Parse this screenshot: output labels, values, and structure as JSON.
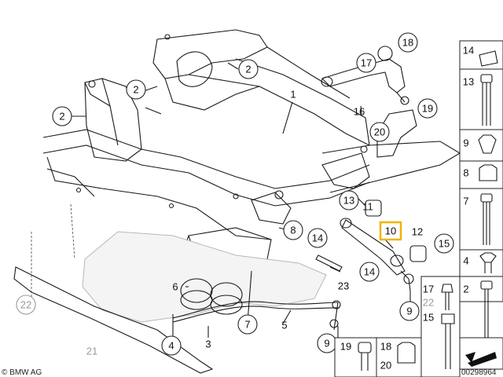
{
  "callouts_circled": [
    {
      "id": "c1",
      "label": "2"
    },
    {
      "id": "c2",
      "label": "2"
    },
    {
      "id": "c3",
      "label": "2"
    },
    {
      "id": "c4",
      "label": "18"
    },
    {
      "id": "c5",
      "label": "17"
    },
    {
      "id": "c6",
      "label": "19"
    },
    {
      "id": "c7",
      "label": "20"
    },
    {
      "id": "c8",
      "label": "13"
    },
    {
      "id": "c9",
      "label": "8"
    },
    {
      "id": "c10",
      "label": "14"
    },
    {
      "id": "c11",
      "label": "15"
    },
    {
      "id": "c12",
      "label": "14"
    },
    {
      "id": "c13",
      "label": "7"
    },
    {
      "id": "c14",
      "label": "4"
    },
    {
      "id": "c15",
      "label": "9"
    },
    {
      "id": "c16",
      "label": "9"
    },
    {
      "id": "c17",
      "label": "22",
      "muted": true
    }
  ],
  "callouts_plain": [
    {
      "id": "p1",
      "label": "1"
    },
    {
      "id": "p2",
      "label": "16"
    },
    {
      "id": "p3",
      "label": "11"
    },
    {
      "id": "p4",
      "label": "12"
    },
    {
      "id": "p5",
      "label": "6"
    },
    {
      "id": "p6",
      "label": "5"
    },
    {
      "id": "p7",
      "label": "3"
    },
    {
      "id": "p8",
      "label": "23"
    },
    {
      "id": "p9",
      "label": "21",
      "muted": true
    }
  ],
  "highlighted_callout": {
    "label": "10",
    "color": "#f0b400"
  },
  "side_panel": [
    {
      "label": "14"
    },
    {
      "label": "13"
    },
    {
      "label": "9"
    },
    {
      "label": "8"
    },
    {
      "label": "7"
    },
    {
      "label": "4"
    },
    {
      "label": "2"
    }
  ],
  "bottom_panel": {
    "col_a": [
      {
        "label": "17"
      },
      {
        "label": "22",
        "muted": true
      },
      {
        "label": "15"
      }
    ],
    "col_b": [
      {
        "label": "19"
      }
    ],
    "col_c": [
      {
        "label": "18"
      },
      {
        "label": "20"
      }
    ]
  },
  "footer": {
    "copyright": "© BMW AG",
    "code": "00298964"
  },
  "colors": {
    "highlight": "#f0b400",
    "line": "#1a1a1a",
    "muted": "#9a9a9a"
  }
}
